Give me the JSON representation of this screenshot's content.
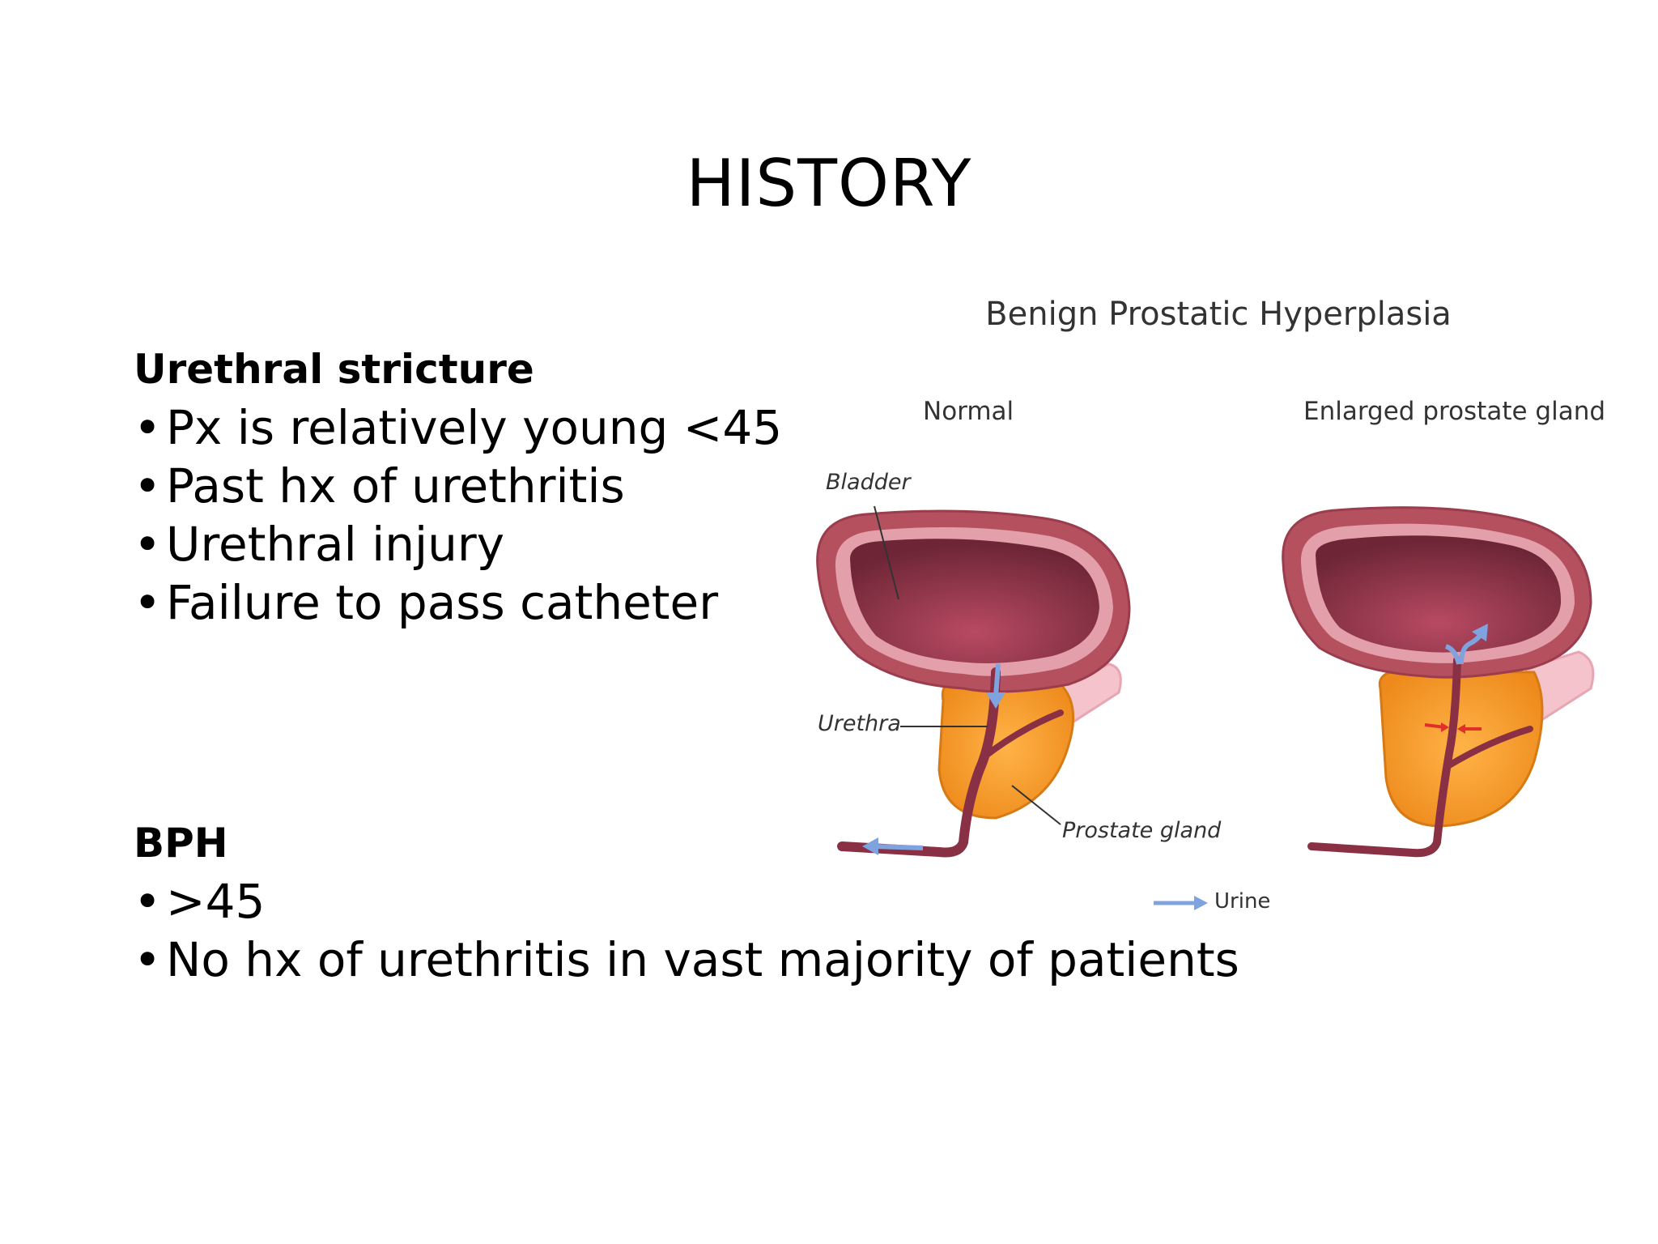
{
  "slide": {
    "title": "HISTORY",
    "sections": [
      {
        "heading": "Urethral stricture",
        "bullets": [
          "Px is relatively young <45",
          "Past hx of urethritis",
          "Urethral injury",
          "Failure to pass catheter"
        ]
      },
      {
        "heading": "BPH",
        "bullets": [
          " >45",
          "No hx of urethritis in vast majority of patients"
        ]
      }
    ]
  },
  "figure": {
    "title": "Benign Prostatic Hyperplasia",
    "panels": [
      {
        "label": "Normal"
      },
      {
        "label": "Enlarged prostate gland"
      }
    ],
    "annotations": {
      "bladder": "Bladder",
      "urethra": "Urethra",
      "prostate": "Prostate gland"
    },
    "legend": {
      "urine": "Urine"
    },
    "colors": {
      "bladder_wall": "#b5505f",
      "bladder_inner": "#7a2c3c",
      "prostate": "#f39a2a",
      "urethra": "#8a3044",
      "urine_arrow": "#7fa3df"
    }
  }
}
